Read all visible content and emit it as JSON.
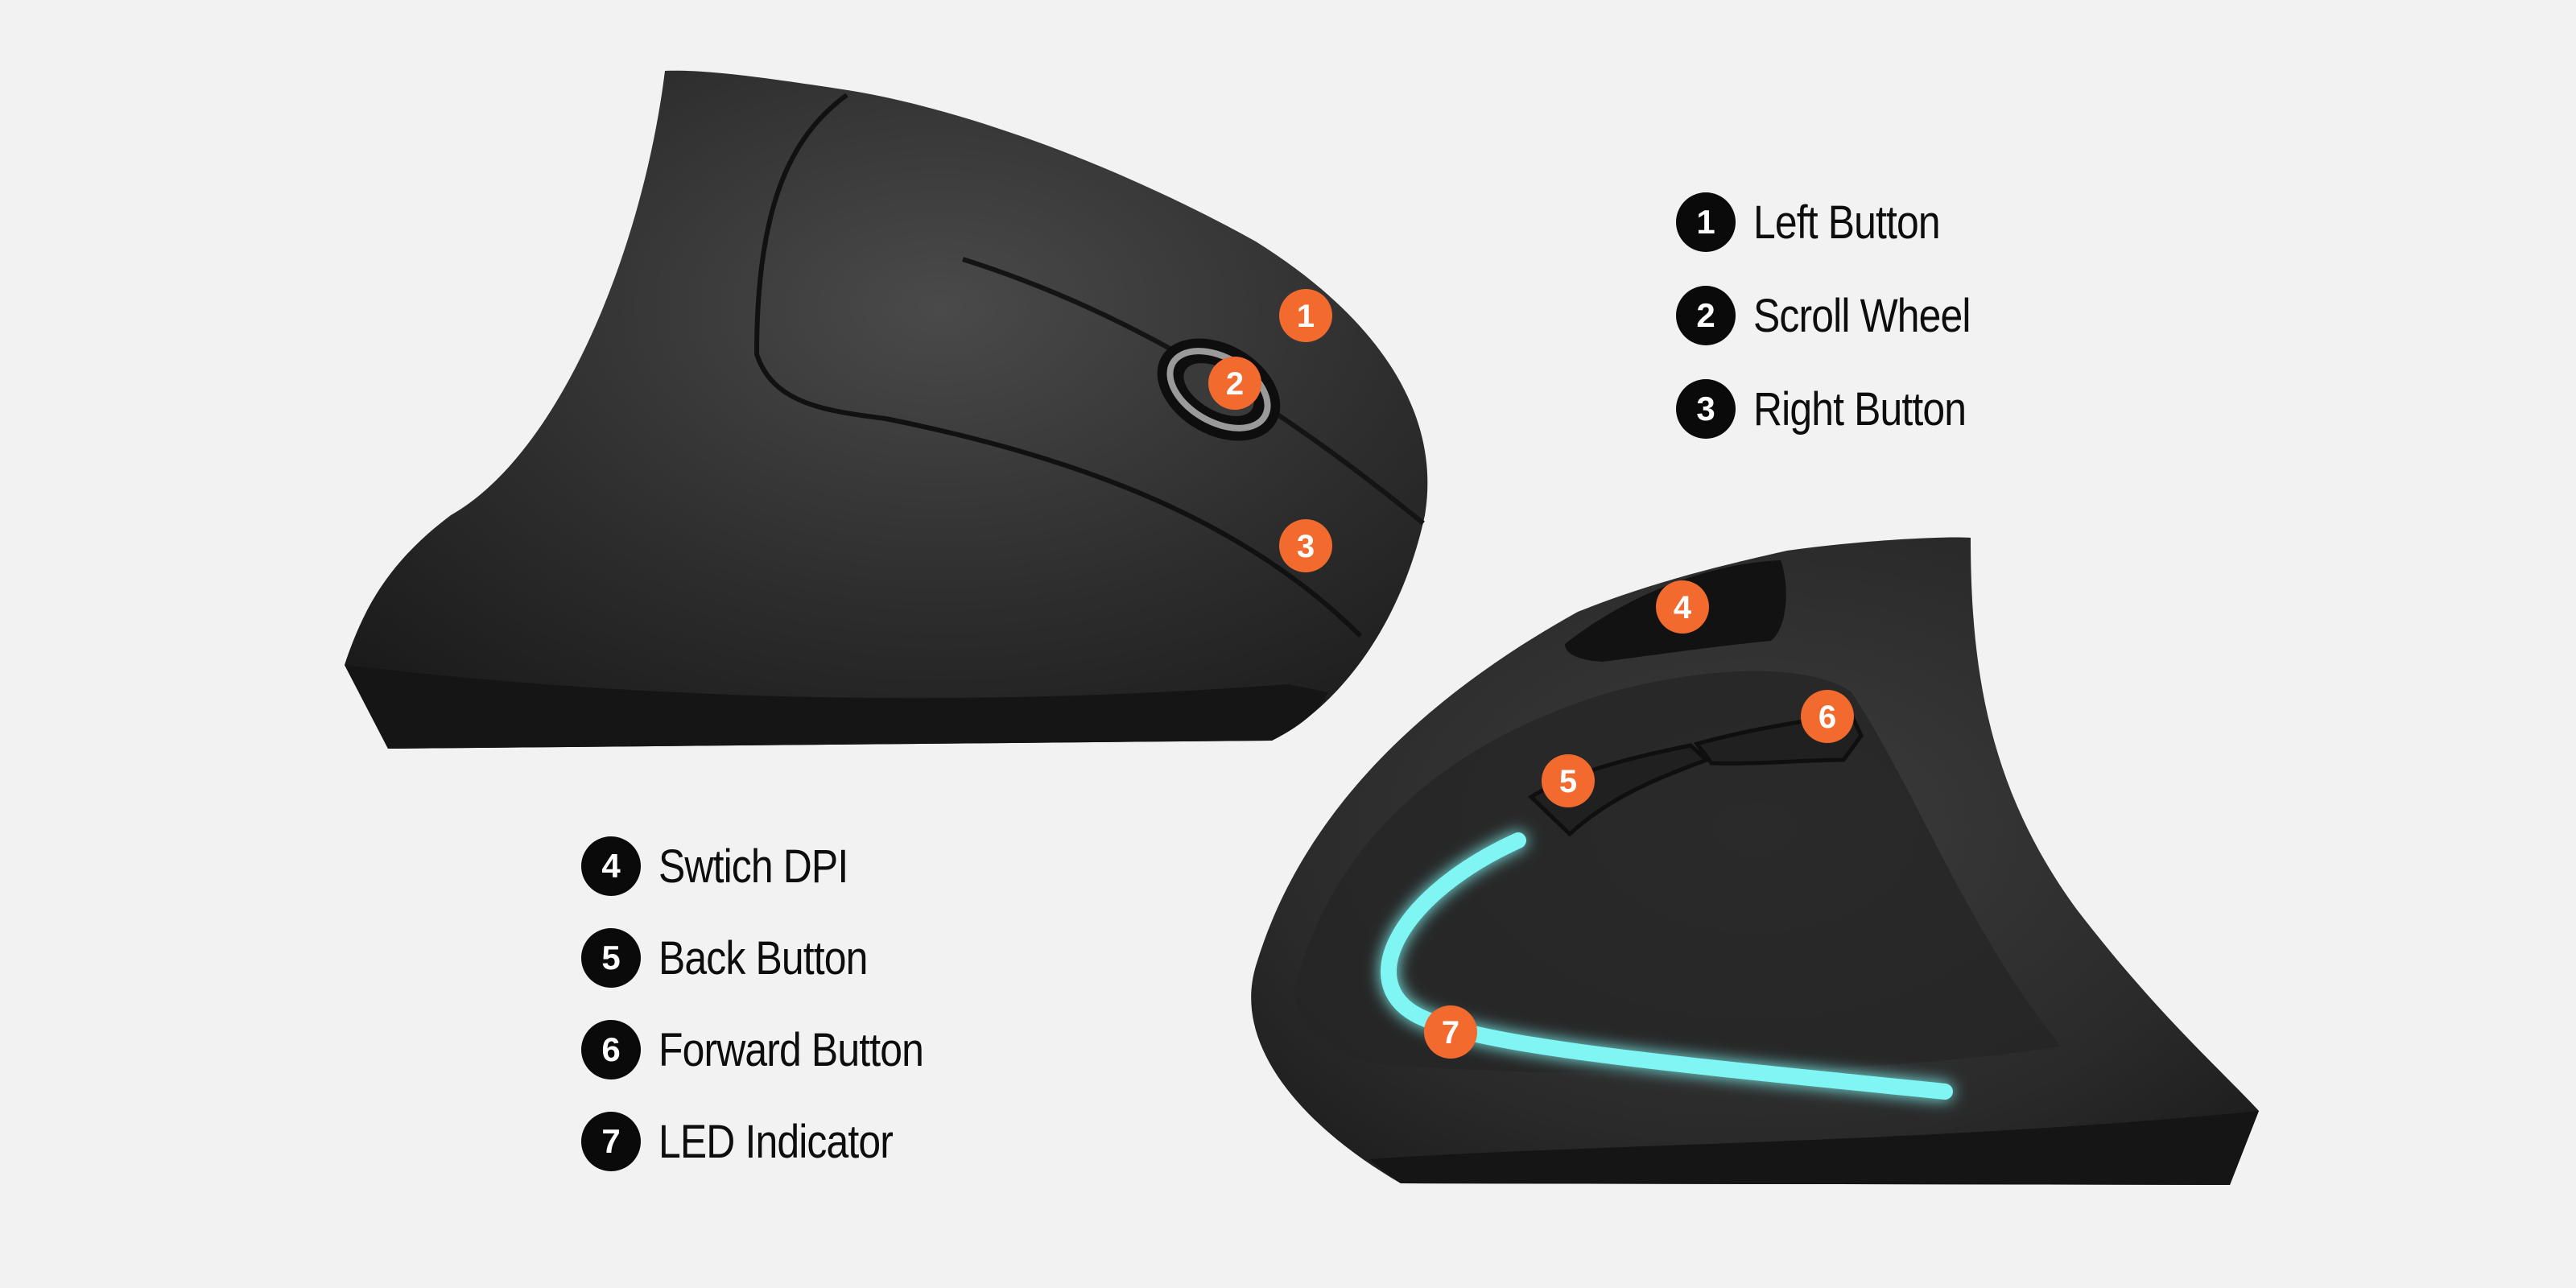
{
  "colors": {
    "background": "#f2f2f2",
    "callout": "#f26a2e",
    "legend_badge": "#0a0a0a",
    "mouse_body": "#2b2b2b",
    "led": "#7ff6f4"
  },
  "legend_top": [
    {
      "num": "1",
      "label": "Left Button"
    },
    {
      "num": "2",
      "label": "Scroll Wheel"
    },
    {
      "num": "3",
      "label": "Right Button"
    }
  ],
  "legend_bottom": [
    {
      "num": "4",
      "label": "Swtich DPI"
    },
    {
      "num": "5",
      "label": "Back Button"
    },
    {
      "num": "6",
      "label": "Forward Button"
    },
    {
      "num": "7",
      "label": "LED Indicator"
    }
  ],
  "callouts": {
    "c1": "1",
    "c2": "2",
    "c3": "3",
    "c4": "4",
    "c5": "5",
    "c6": "6",
    "c7": "7"
  }
}
